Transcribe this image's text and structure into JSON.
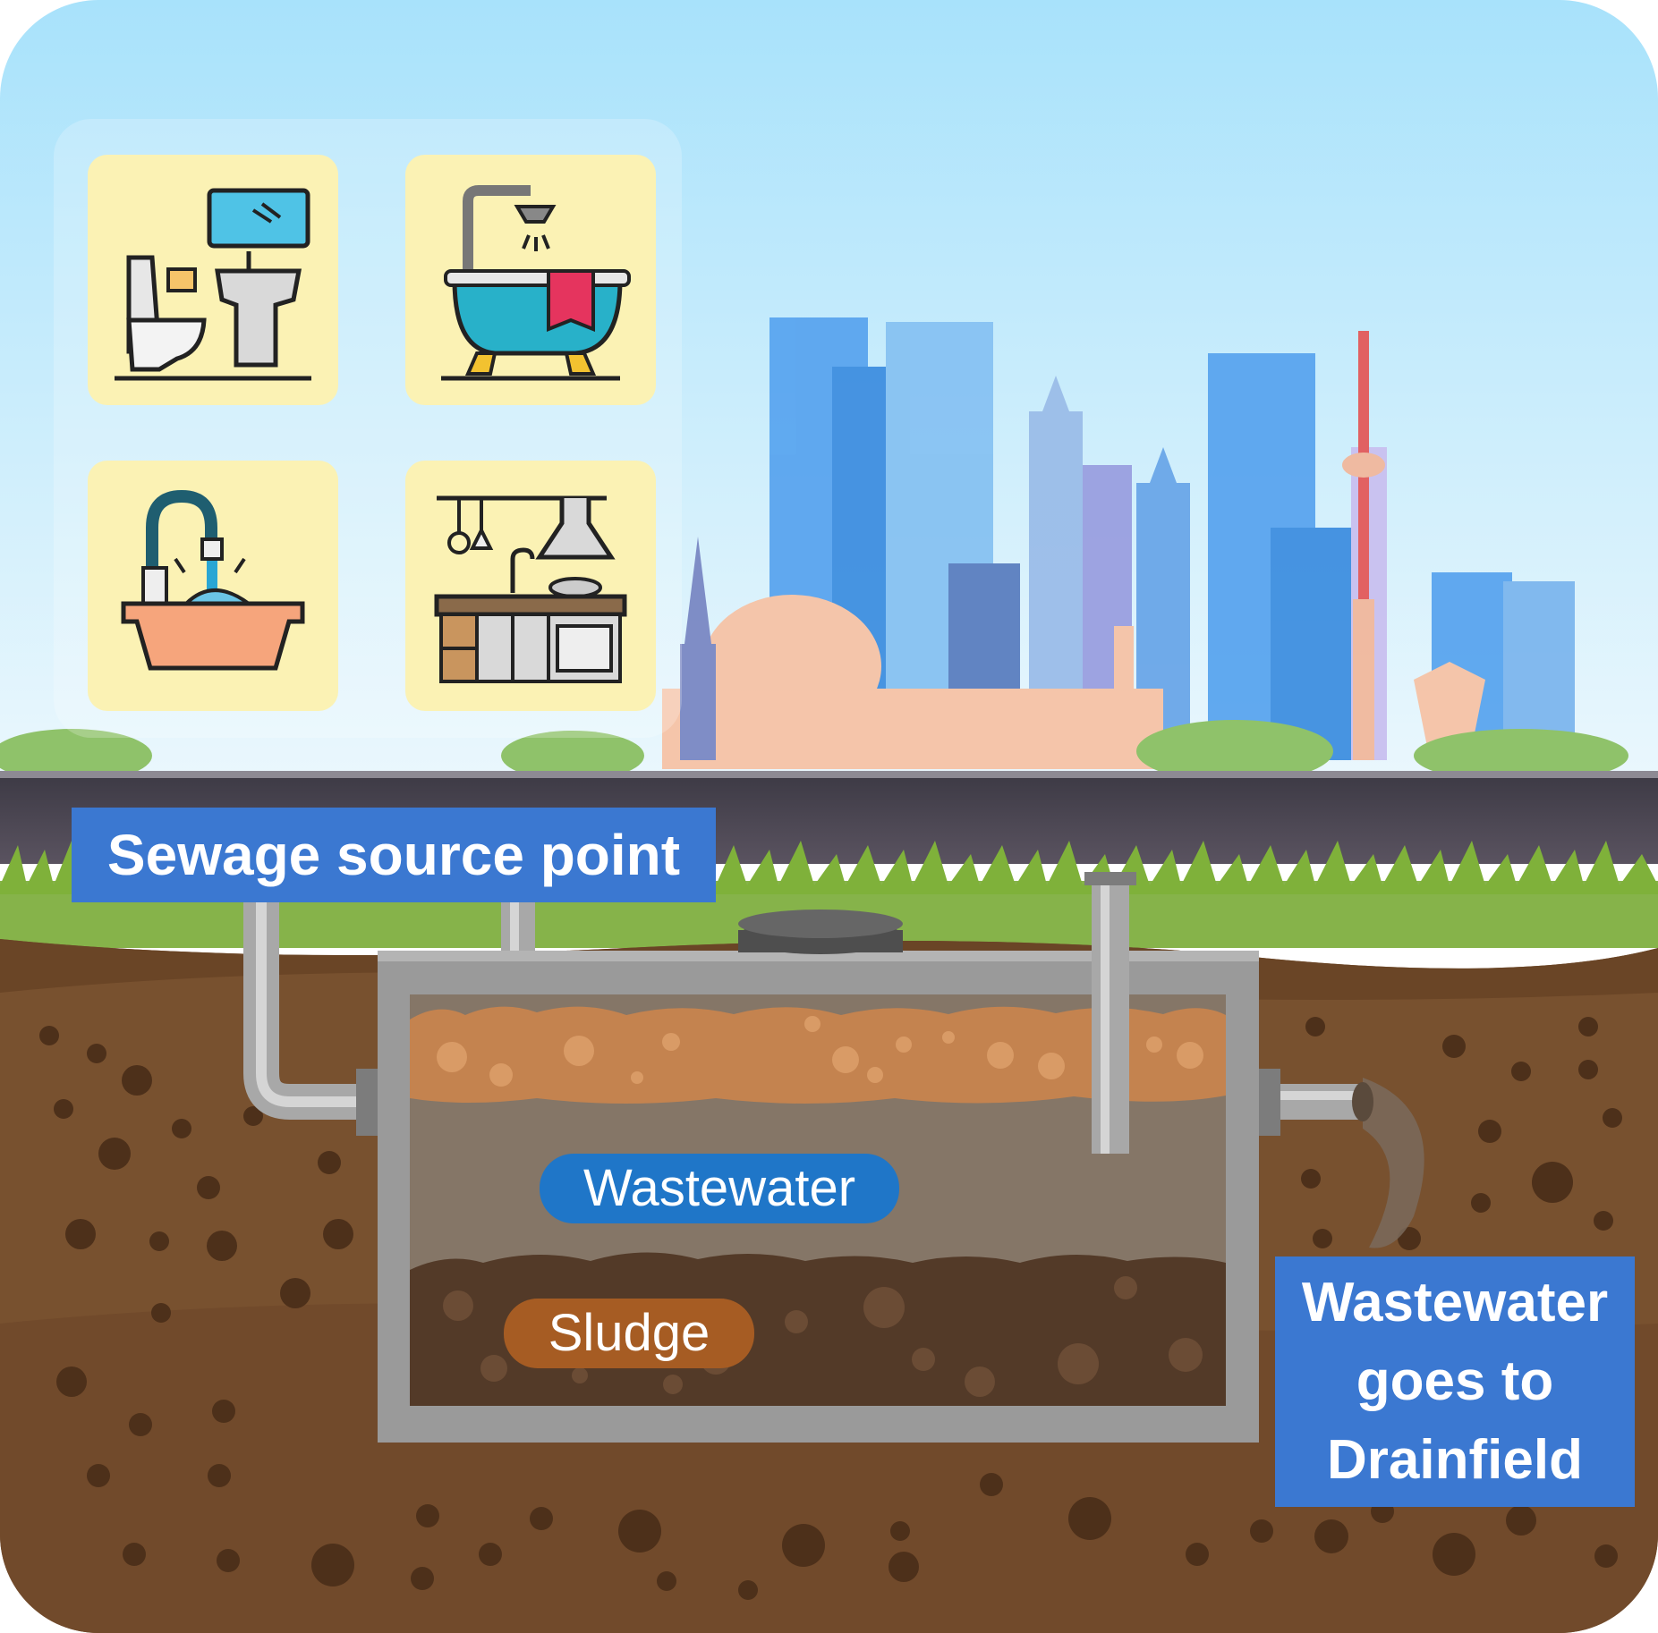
{
  "labels": {
    "source": "Sewage source point",
    "drain_line1": "Wastewater",
    "drain_line2": "goes to",
    "drain_line3": "Drainfield",
    "wastewater_layer": "Wastewater",
    "sludge_layer": "Sludge"
  },
  "icons": [
    "toilet-sink-icon",
    "bathtub-shower-icon",
    "kitchen-sink-icon",
    "kitchen-counter-icon"
  ],
  "colors": {
    "label_blue": "#3b78d1",
    "wastewater_pill": "#1f76c8",
    "sludge_pill": "#a65c23",
    "scum_layer": "#c4834f",
    "wastewater": "#857667",
    "sludge": "#533a28",
    "soil": "#78512f",
    "grass": "#86b34a",
    "tile_bg": "#fbf2b4"
  }
}
